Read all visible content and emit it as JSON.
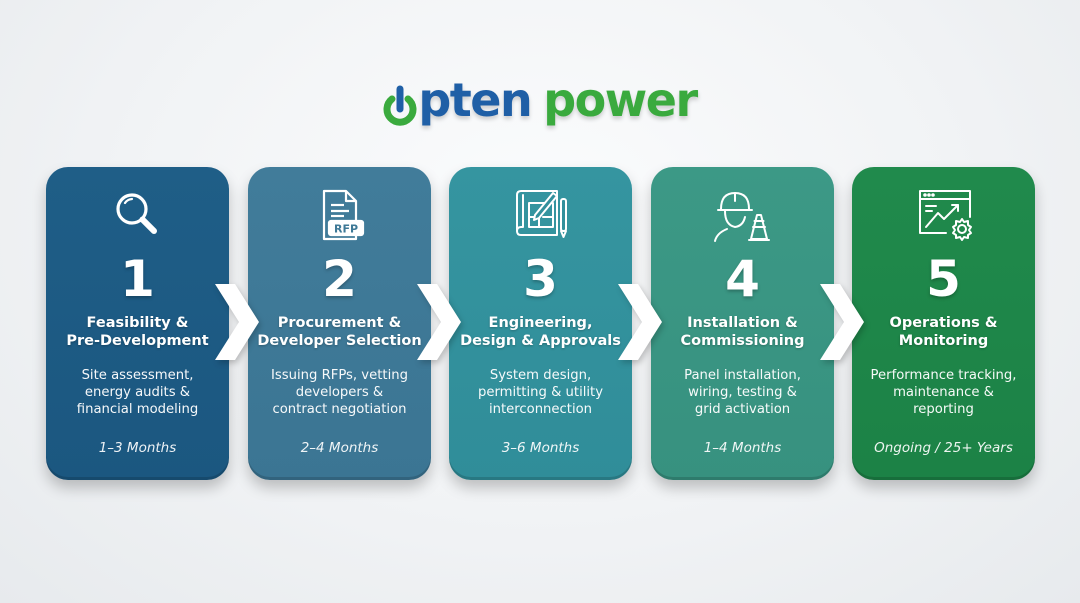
{
  "logo": {
    "part1": "pten",
    "part2": "power",
    "icon": "power-button-o-icon",
    "colors": {
      "blue": "#1f5fa6",
      "green": "#3aaa3e"
    }
  },
  "steps": [
    {
      "number": "1",
      "title": "Feasibility &\nPre-Development",
      "description": "Site assessment,\nenergy audits &\nfinancial modeling",
      "duration": "1–3 Months",
      "icon": "magnifier-icon",
      "color": "#1d5a82"
    },
    {
      "number": "2",
      "title": "Procurement &\nDeveloper Selection",
      "description": "Issuing RFPs, vetting\ndevelopers &\ncontract negotiation",
      "duration": "2–4 Months",
      "icon": "rfp-document-icon",
      "icon_label": "RFP",
      "color": "#3d7896"
    },
    {
      "number": "3",
      "title": "Engineering,\nDesign & Approvals",
      "description": "System design,\npermitting & utility\ninterconnection",
      "duration": "3–6 Months",
      "icon": "blueprint-pencil-icon",
      "color": "#32909c"
    },
    {
      "number": "4",
      "title": "Installation &\nCommissioning",
      "description": "Panel installation,\nwiring, testing &\ngrid activation",
      "duration": "1–4 Months",
      "icon": "worker-cone-icon",
      "color": "#3a9583"
    },
    {
      "number": "5",
      "title": "Operations &\nMonitoring",
      "description": "Performance tracking,\nmaintenance &\nreporting",
      "duration": "Ongoing / 25+ Years",
      "icon": "dashboard-gear-icon",
      "color": "#1e8749"
    }
  ]
}
